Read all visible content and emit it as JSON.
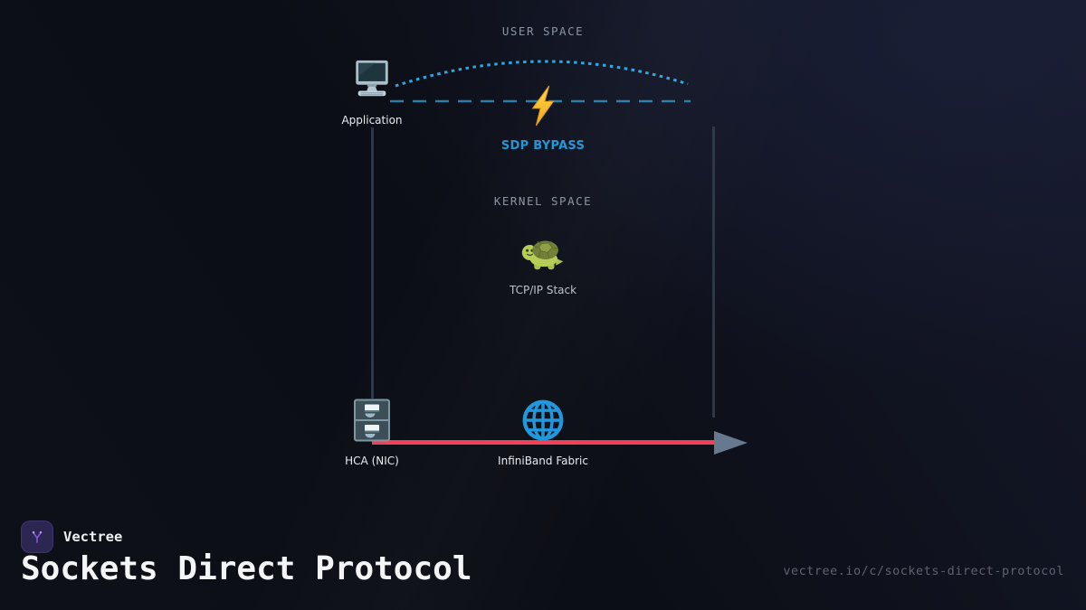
{
  "header": {
    "user_space": "USER SPACE",
    "kernel_space": "KERNEL SPACE"
  },
  "diagram": {
    "application": {
      "label": "Application",
      "icon": "desktop-computer-icon"
    },
    "sdp_bypass": {
      "label": "SDP BYPASS",
      "icon": "lightning-bolt-icon"
    },
    "tcp_ip_stack": {
      "label": "TCP/IP Stack",
      "icon": "turtle-icon"
    },
    "hca_nic": {
      "label": "HCA (NIC)",
      "icon": "file-cabinet-icon"
    },
    "infiniband_fabric": {
      "label": "InfiniBand Fabric",
      "icon": "globe-icon"
    },
    "colors": {
      "bypass_arc": "#2ea7de",
      "bypass_line": "#2b7ea8",
      "space_divider": "#2b3847",
      "fast_path": "#f23e56",
      "arrowhead": "#66798e",
      "bypass_label": "#2196d6"
    }
  },
  "footer": {
    "brand_name": "Vectree",
    "title": "Sockets Direct Protocol",
    "url": "vectree.io/c/sockets-direct-protocol",
    "logo_bg": "#2b2750",
    "logo_accent": "#a268f5"
  }
}
